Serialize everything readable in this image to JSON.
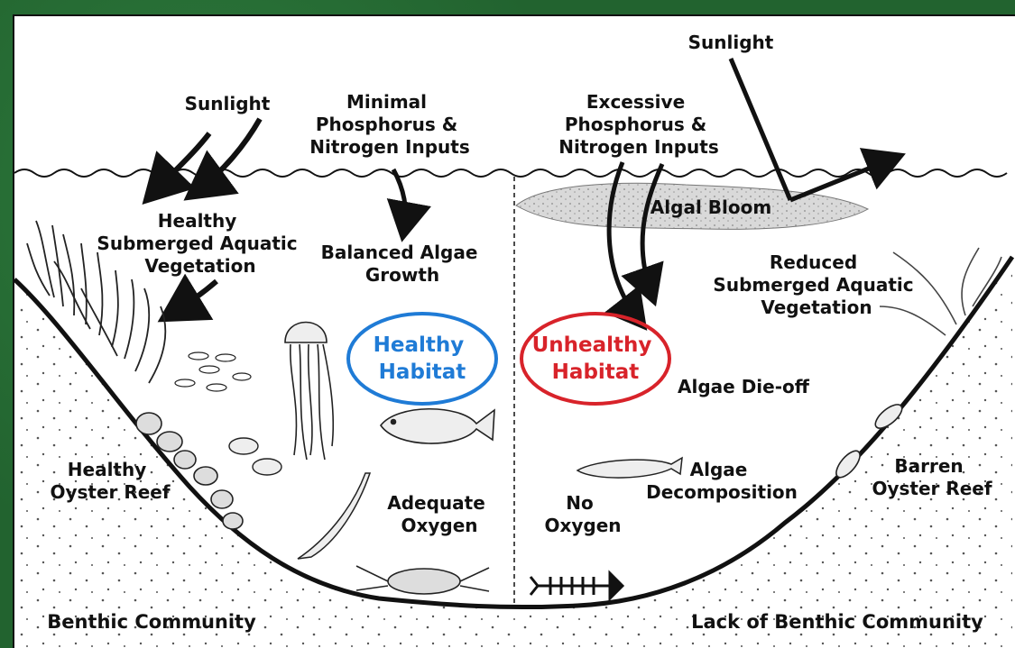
{
  "left": {
    "sunlight": "Sunlight",
    "inputs": [
      "Minimal",
      "Phosphorus &",
      "Nitrogen Inputs"
    ],
    "sav": [
      "Healthy",
      "Submerged Aquatic",
      "Vegetation"
    ],
    "algae": [
      "Balanced Algae",
      "Growth"
    ],
    "habitat": [
      "Healthy",
      "Habitat"
    ],
    "oyster": [
      "Healthy",
      "Oyster Reef"
    ],
    "oxygen": [
      "Adequate",
      "Oxygen"
    ],
    "benthic": "Benthic Community"
  },
  "right": {
    "sunlight": "Sunlight",
    "inputs": [
      "Excessive",
      "Phosphorus &",
      "Nitrogen Inputs"
    ],
    "bloom": "Algal Bloom",
    "sav": [
      "Reduced",
      "Submerged Aquatic",
      "Vegetation"
    ],
    "habitat": [
      "Unhealthy",
      "Habitat"
    ],
    "dieoff": "Algae Die-off",
    "decomp": [
      "Algae",
      "Decomposition"
    ],
    "oxygen": [
      "No",
      "Oxygen"
    ],
    "oyster": [
      "Barren",
      "Oyster Reef"
    ],
    "benthic": "Lack of Benthic Community"
  },
  "colors": {
    "healthy": "#1f7bd6",
    "unhealthy": "#d8232a",
    "frame": "#22632f",
    "ink": "#111111"
  }
}
